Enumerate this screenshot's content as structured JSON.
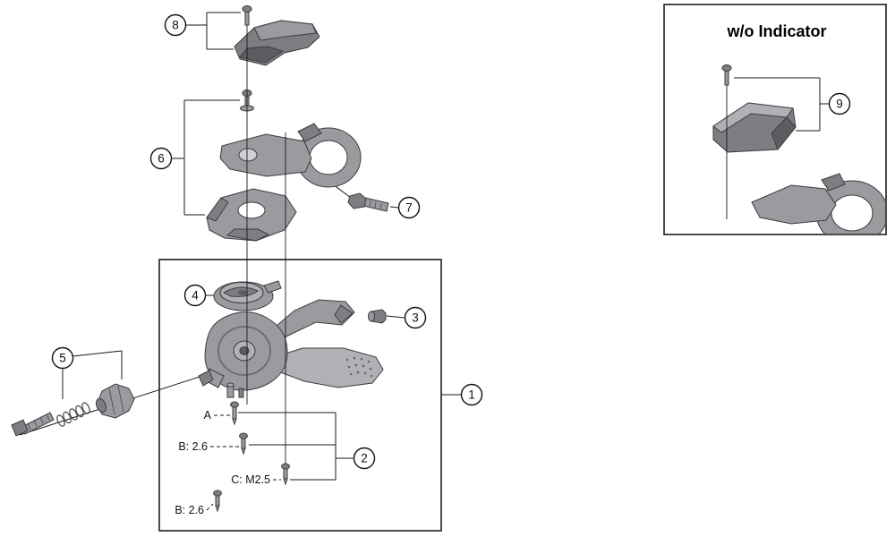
{
  "palette": {
    "background": "#ffffff",
    "line": "#1a1a1a",
    "part_light": "#b0b1b5",
    "part_mid": "#9a9b9f",
    "part_dark": "#7d7e82",
    "part_deep": "#5c5d61"
  },
  "inset": {
    "title": "w/o Indicator"
  },
  "callouts": {
    "n1": "1",
    "n2": "2",
    "n3": "3",
    "n4": "4",
    "n5": "5",
    "n6": "6",
    "n7": "7",
    "n8": "8",
    "n9": "9"
  },
  "size_labels": {
    "a": "A",
    "b_upper": "B: 2.6",
    "c": "C: M2.5",
    "b_lower": "B: 2.6"
  }
}
